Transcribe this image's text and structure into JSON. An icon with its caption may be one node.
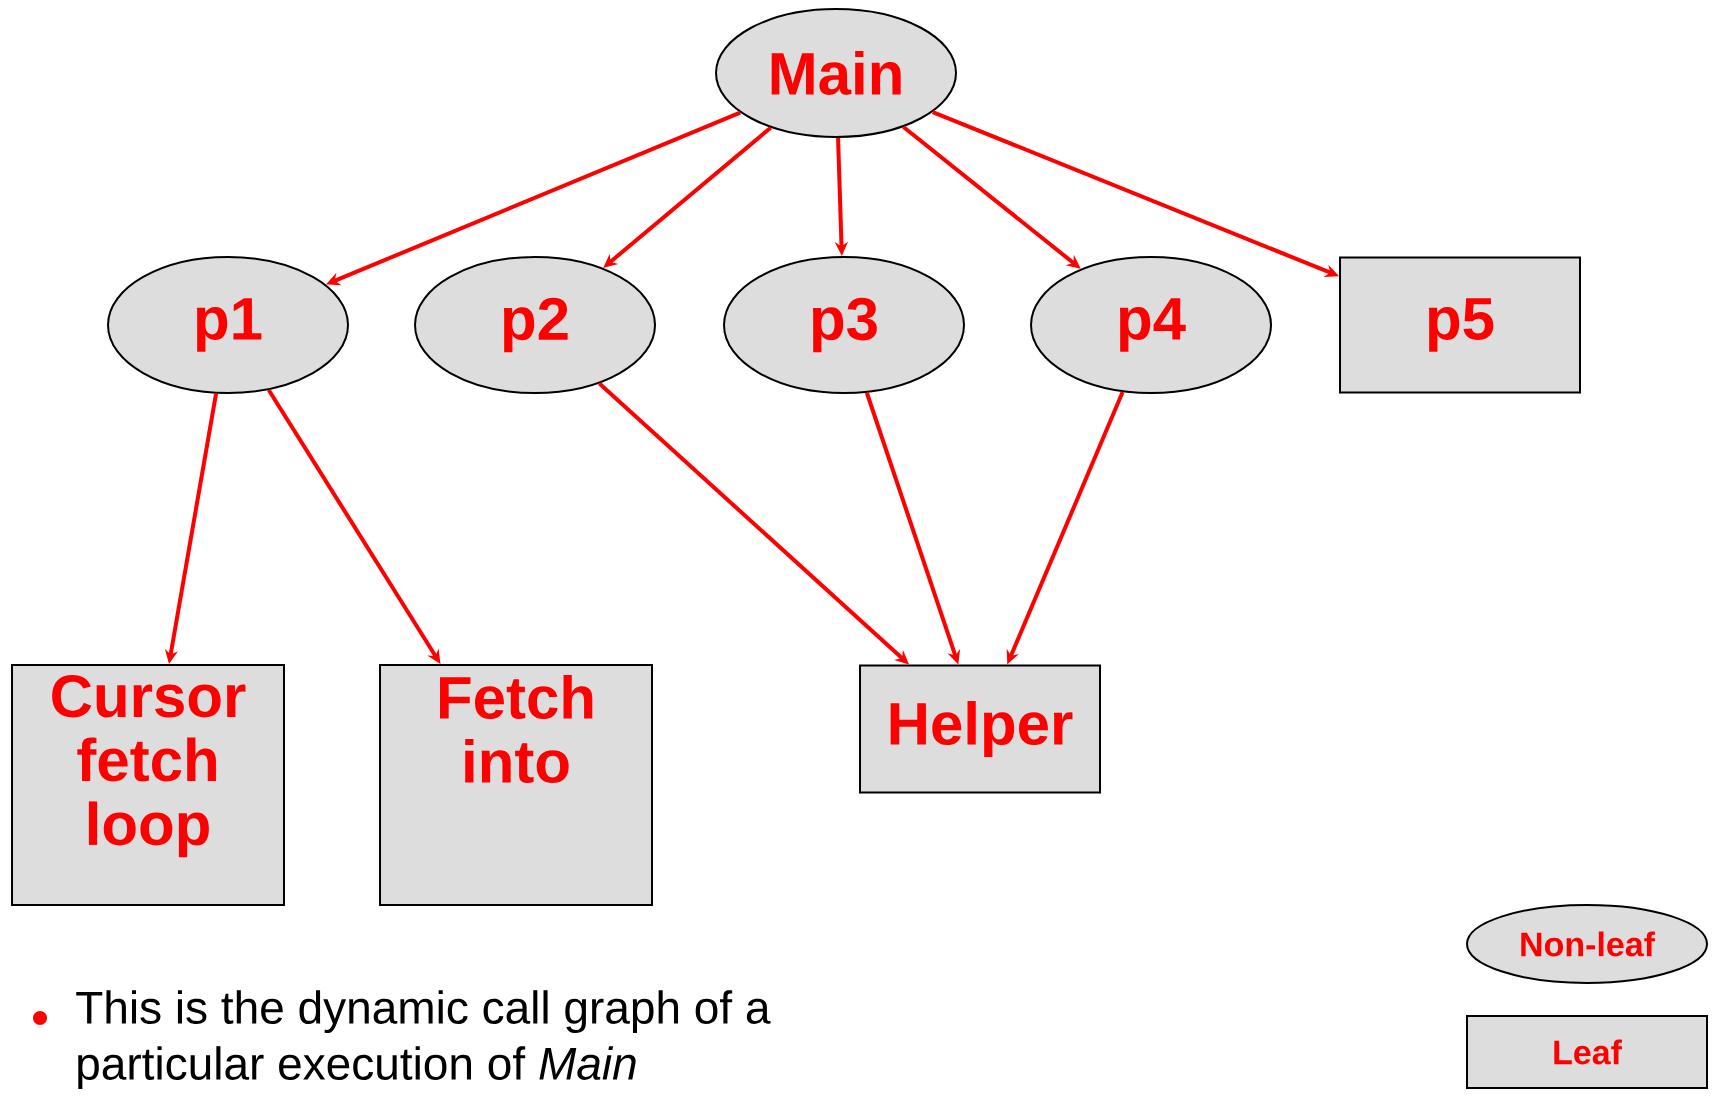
{
  "diagram": {
    "nodes": [
      {
        "text": [
          "Main"
        ]
      },
      {
        "text": [
          "p1"
        ]
      },
      {
        "text": [
          "p2"
        ]
      },
      {
        "text": [
          "p3"
        ]
      },
      {
        "text": [
          "p4"
        ]
      },
      {
        "text": [
          "p5"
        ]
      },
      {
        "text": [
          "Cursor fetch loop"
        ]
      },
      {
        "text": [
          "Fetch into"
        ]
      },
      {
        "text": [
          "Helper"
        ]
      },
      {
        "text": [
          "Non-leaf"
        ]
      },
      {
        "text": [
          "Leaf"
        ]
      }
    ],
    "edges": [
      {
        "from": 0,
        "to": 1,
        "arrow": "to"
      },
      {
        "from": 0,
        "to": 2,
        "arrow": "to"
      },
      {
        "from": 0,
        "to": 3,
        "arrow": "to"
      },
      {
        "from": 0,
        "to": 4,
        "arrow": "to"
      },
      {
        "from": 0,
        "to": 5,
        "arrow": "to"
      },
      {
        "from": 1,
        "to": 6,
        "arrow": "to"
      },
      {
        "from": 1,
        "to": 7,
        "arrow": "to"
      },
      {
        "from": 2,
        "to": 8,
        "arrow": "to"
      },
      {
        "from": 3,
        "to": 8,
        "arrow": "to"
      },
      {
        "from": 4,
        "to": 8,
        "arrow": "to"
      }
    ],
    "labels": [
      "This is the dynamic call graph of a particular execution of *Main*"
    ]
  }
}
